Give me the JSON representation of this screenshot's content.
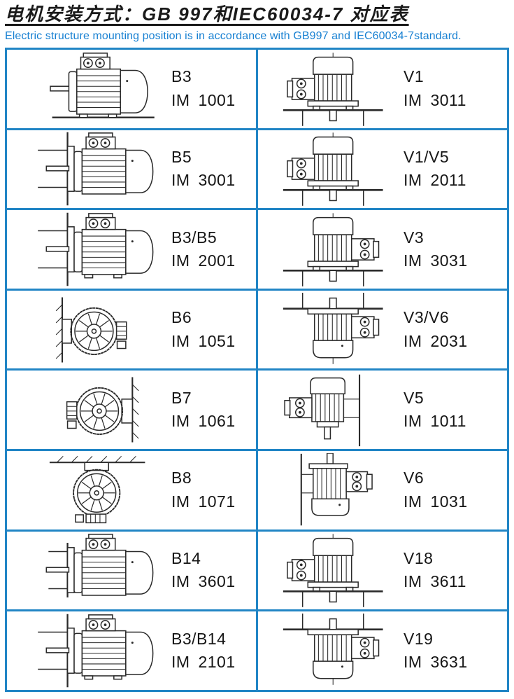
{
  "title": "电机安装方式：GB 997和IEC60034-7 对应表",
  "subtitle": "Electric structure mounting position is in accordance with GB997 and IEC60034-7standard.",
  "colors": {
    "table_line_blue": "#2185c5",
    "subtitle_blue": "#1780d2",
    "drawing_line": "#2a2a2a",
    "title_black": "#1a1a1a"
  },
  "table": {
    "columns": 2,
    "rows": [
      {
        "left": {
          "code": "B3",
          "im": "IM 1001",
          "drawing": "horiz-feet"
        },
        "right": {
          "code": "V1",
          "im": "IM 3011",
          "drawing": "vert-platform-down-left"
        }
      },
      {
        "left": {
          "code": "B5",
          "im": "IM 3001",
          "drawing": "horiz-flange"
        },
        "right": {
          "code": "V1/V5",
          "im": "IM 2011",
          "drawing": "vert-platform-down-left"
        }
      },
      {
        "left": {
          "code": "B3/B5",
          "im": "IM 2001",
          "drawing": "horiz-feet-flange"
        },
        "right": {
          "code": "V3",
          "im": "IM 3031",
          "drawing": "vert-platform-down-right"
        }
      },
      {
        "left": {
          "code": "B6",
          "im": "IM 1051",
          "drawing": "end-wall-left"
        },
        "right": {
          "code": "V3/V6",
          "im": "IM 2031",
          "drawing": "vert-ceiling-up"
        }
      },
      {
        "left": {
          "code": "B7",
          "im": "IM 1061",
          "drawing": "end-wall-right"
        },
        "right": {
          "code": "V5",
          "im": "IM 1011",
          "drawing": "vert-wall-down"
        }
      },
      {
        "left": {
          "code": "B8",
          "im": "IM 1071",
          "drawing": "end-ceiling"
        },
        "right": {
          "code": "V6",
          "im": "IM 1031",
          "drawing": "vert-wall-up"
        }
      },
      {
        "left": {
          "code": "B14",
          "im": "IM 3601",
          "drawing": "horiz-flange-small"
        },
        "right": {
          "code": "V18",
          "im": "IM 3611",
          "drawing": "vert-platform-down-left"
        }
      },
      {
        "left": {
          "code": "B3/B14",
          "im": "IM 2101",
          "drawing": "horiz-feet-flange"
        },
        "right": {
          "code": "V19",
          "im": "IM 3631",
          "drawing": "vert-ceiling-up"
        }
      }
    ]
  }
}
